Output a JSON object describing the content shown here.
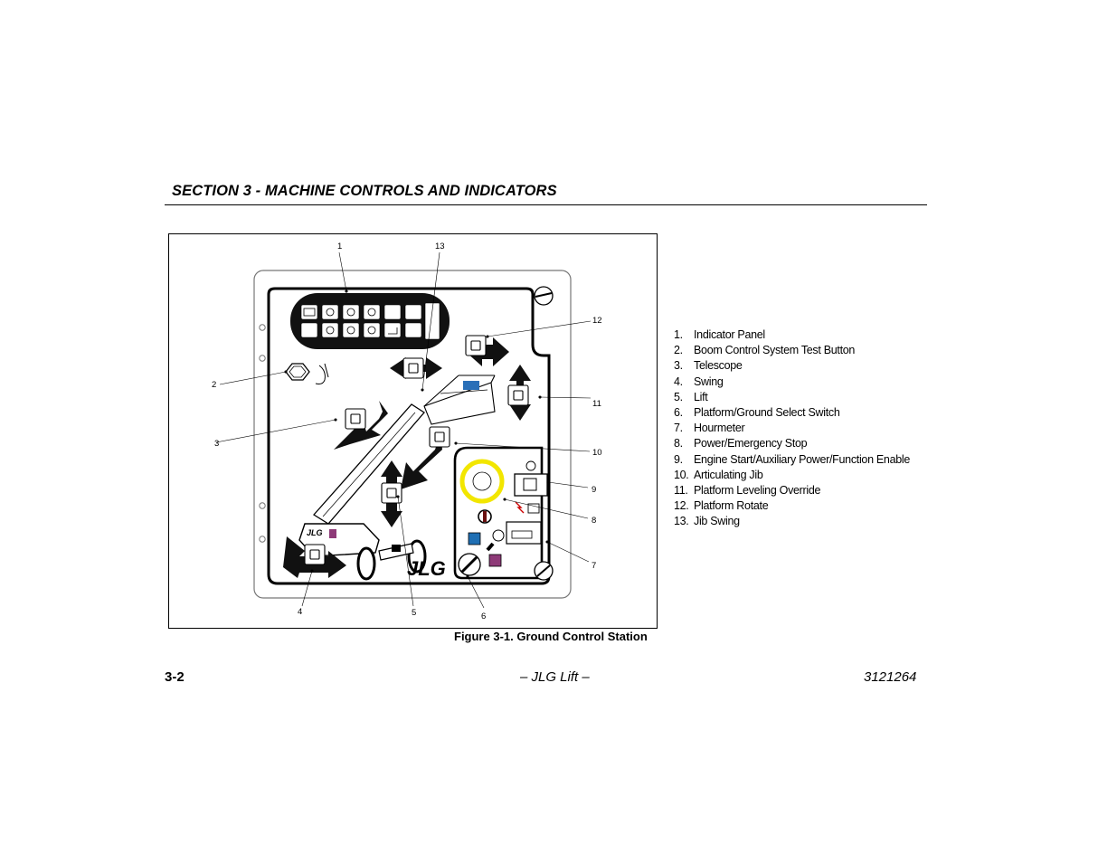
{
  "header": {
    "section_title": "SECTION 3 - MACHINE CONTROLS AND INDICATORS"
  },
  "figure": {
    "caption": "Figure 3-1. Ground Control Station",
    "callouts": [
      "1",
      "2",
      "3",
      "4",
      "5",
      "6",
      "7",
      "8",
      "9",
      "10",
      "11",
      "12",
      "13"
    ],
    "brand_mark": "JLG",
    "machine_decal": "JLG"
  },
  "legend": [
    {
      "num": "1.",
      "text": "Indicator Panel"
    },
    {
      "num": "2.",
      "text": "Boom Control System Test Button"
    },
    {
      "num": "3.",
      "text": "Telescope"
    },
    {
      "num": "4.",
      "text": "Swing"
    },
    {
      "num": "5.",
      "text": "Lift"
    },
    {
      "num": "6.",
      "text": "Platform/Ground Select Switch"
    },
    {
      "num": "7.",
      "text": "Hourmeter"
    },
    {
      "num": "8.",
      "text": "Power/Emergency Stop"
    },
    {
      "num": "9.",
      "text": "Engine Start/Auxiliary Power/Function Enable"
    },
    {
      "num": "10.",
      "text": "Articulating Jib"
    },
    {
      "num": "11.",
      "text": "Platform Leveling Override"
    },
    {
      "num": "12.",
      "text": "Platform Rotate"
    },
    {
      "num": "13.",
      "text": "Jib Swing"
    }
  ],
  "footer": {
    "page_number": "3-2",
    "center_text": "– JLG Lift –",
    "doc_number": "3121264"
  },
  "colors": {
    "highlight_yellow": "#f2e600",
    "button_blue": "#1f6fb4",
    "button_purple": "#8e3a78",
    "decal_blue": "#2a6fb8"
  }
}
